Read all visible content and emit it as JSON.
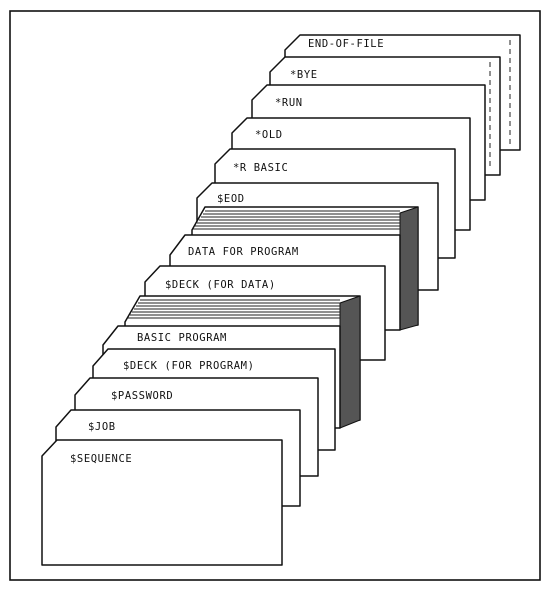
{
  "diagram": {
    "cards": [
      {
        "id": "end-of-file",
        "label": "END-OF-FILE"
      },
      {
        "id": "bye",
        "label": "*BYE"
      },
      {
        "id": "run",
        "label": "*RUN"
      },
      {
        "id": "old",
        "label": "*OLD"
      },
      {
        "id": "r-basic",
        "label": "*R BASIC"
      },
      {
        "id": "eod",
        "label": "$EOD"
      },
      {
        "id": "data-program",
        "label": "DATA FOR PROGRAM"
      },
      {
        "id": "deck-data",
        "label": "$DECK (FOR DATA)"
      },
      {
        "id": "basic-program",
        "label": "BASIC PROGRAM"
      },
      {
        "id": "deck-program",
        "label": "$DECK (FOR PROGRAM)"
      },
      {
        "id": "password",
        "label": "$PASSWORD"
      },
      {
        "id": "job",
        "label": "$JOB"
      },
      {
        "id": "sequence",
        "label": "$SEQUENCE"
      }
    ]
  }
}
